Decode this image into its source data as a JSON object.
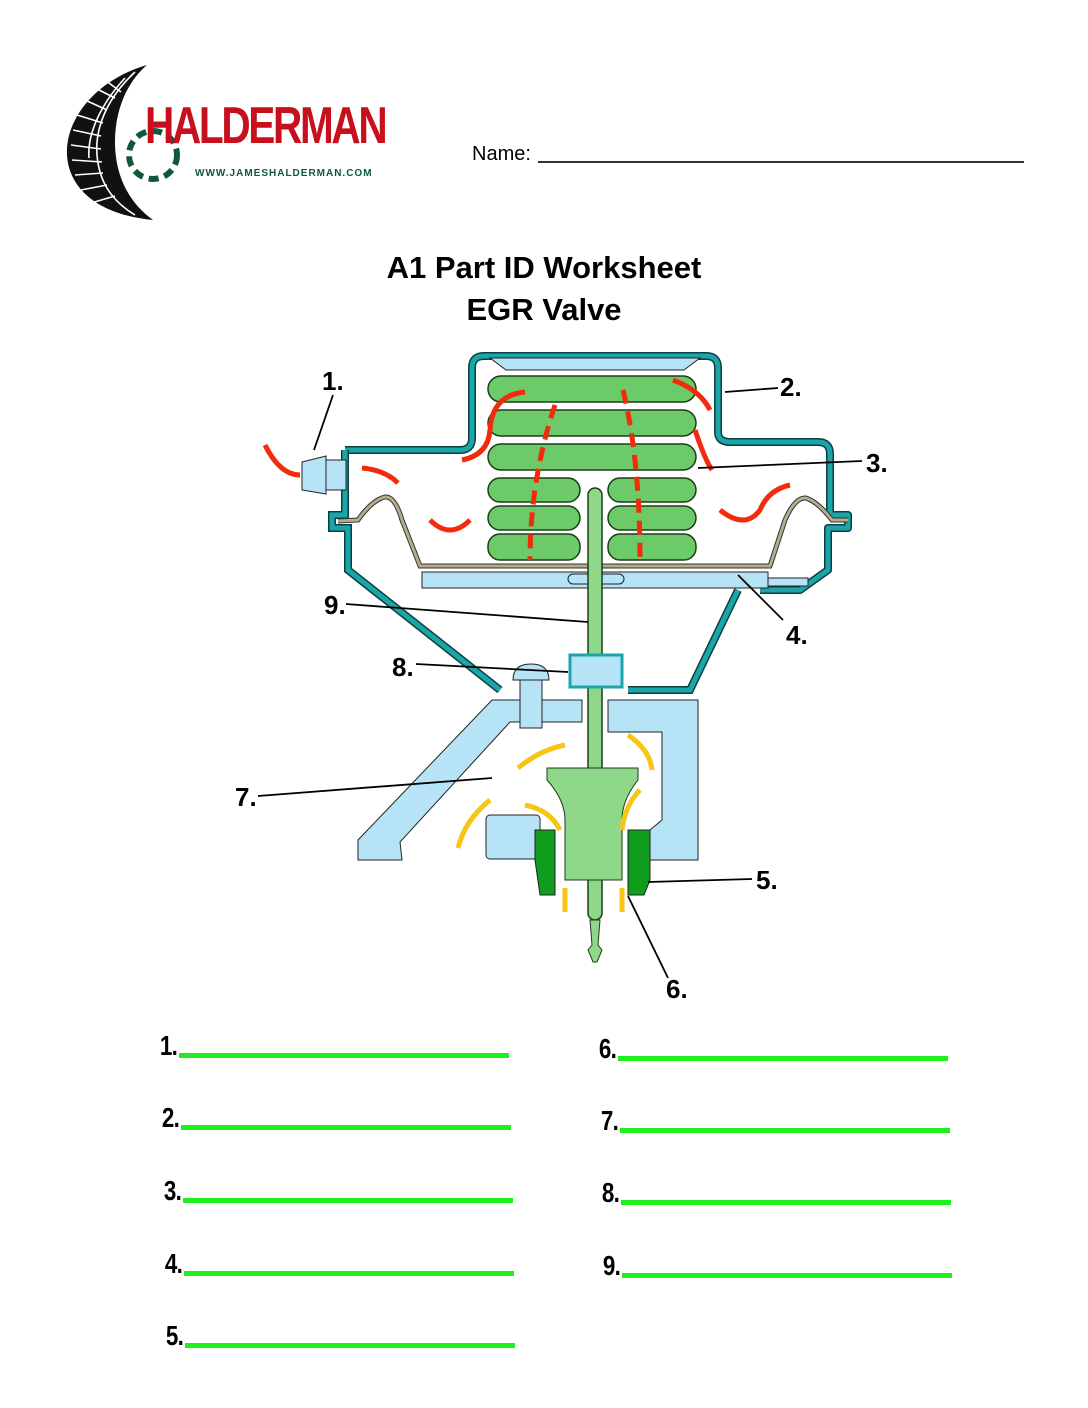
{
  "header": {
    "brand": "HALDERMAN",
    "url": "WWW.JAMESHALDERMAN.COM",
    "name_label": "Name:"
  },
  "title": {
    "line1": "A1 Part ID Worksheet",
    "line2": "EGR Valve"
  },
  "diagram": {
    "subject": "EGR valve cross-section",
    "callouts": [
      "1.",
      "2.",
      "3.",
      "4.",
      "5.",
      "6.",
      "7.",
      "8.",
      "9."
    ],
    "colors": {
      "housing": "#1aa6a8",
      "spring": "#5cc05a",
      "diaphragm": "#8e8b6e",
      "base": "#b7e3f7",
      "vacuum_flow": "#f22b0c",
      "exhaust_flow": "#f7c614",
      "seat": "#109c1c"
    }
  },
  "answers": {
    "left": [
      {
        "num": "1.",
        "value": ""
      },
      {
        "num": "2.",
        "value": ""
      },
      {
        "num": "3.",
        "value": ""
      },
      {
        "num": "4.",
        "value": ""
      },
      {
        "num": "5.",
        "value": ""
      }
    ],
    "right": [
      {
        "num": "6.",
        "value": ""
      },
      {
        "num": "7.",
        "value": ""
      },
      {
        "num": "8.",
        "value": ""
      },
      {
        "num": "9.",
        "value": ""
      }
    ],
    "line_color": "#1ef01e"
  }
}
